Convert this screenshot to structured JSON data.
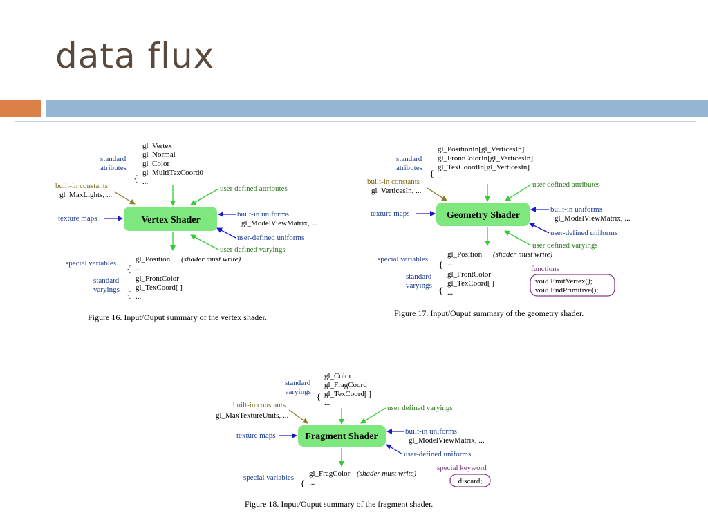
{
  "title": "data flux",
  "vertex": {
    "shader": "Vertex Shader",
    "attr_label": [
      "standard",
      "atributes"
    ],
    "attrs": [
      "gl_Vertex",
      "gl_Normal",
      "gl_Color",
      "gl_MultiTexCoord0",
      "..."
    ],
    "builtin_constants": "built-in constants",
    "constant_value": "gl_MaxLights, ...",
    "user_attrs": "user defined attributes",
    "texture_maps": "texture maps",
    "builtin_uniforms": "built-in uniforms",
    "uniform_value": "gl_ModelViewMatrix, ...",
    "user_uniforms": "user-defined uniforms",
    "user_varyings": "user defined varyings",
    "special_label": "special variables",
    "special": [
      "gl_Position",
      "..."
    ],
    "must_write": "(shader must write)",
    "varyings_label": [
      "standard",
      "varyings"
    ],
    "varyings": [
      "gl_FrontColor",
      "gl_TexCoord[ ]",
      "..."
    ],
    "caption": "Figure 16.    Input/Ouput summary of the vertex shader."
  },
  "geometry": {
    "shader": "Geometry Shader",
    "attr_label": [
      "standard",
      "atributes"
    ],
    "attrs": [
      "gl_PositionIn[gl_VerticesIn]",
      "gl_FrontColorIn[gl_VerticesIn]",
      "gl_TexCoordIn[gl_VerticesIn]",
      "..."
    ],
    "builtin_constants": "built-in constants",
    "constant_value": "gl_VerticesIn, ...",
    "user_attrs": "user defined attributes",
    "texture_maps": "texture maps",
    "builtin_uniforms": "built-in uniforms",
    "uniform_value": "gl_ModelViewMatrix, ...",
    "user_uniforms": "user-defined uniforms",
    "user_varyings": "user defined varyings",
    "special_label": "special variables",
    "special": [
      "gl_Position",
      "..."
    ],
    "must_write": "(shader must write)",
    "varyings_label": [
      "standard",
      "varyings"
    ],
    "varyings": [
      "gl_FrontColor",
      "gl_TexCoord[ ]",
      "..."
    ],
    "functions_label": "functions",
    "functions": [
      "void EmitVertex();",
      "void EndPrimitive();"
    ],
    "caption": "Figure 17.    Input/Ouput summary of the geometry shader."
  },
  "fragment": {
    "shader": "Fragment Shader",
    "varyings_label": [
      "standard",
      "varyings"
    ],
    "varyings": [
      "gl_Color",
      "gl_FragCoord",
      "gl_TexCoord[ ]",
      "..."
    ],
    "builtin_constants": "built-in constants",
    "constant_value": "gl_MaxTextureUnits, ...",
    "user_varyings": "user defined varyings",
    "texture_maps": "texture maps",
    "builtin_uniforms": "built-in uniforms",
    "uniform_value": "gl_ModelViewMatrix, ...",
    "user_uniforms": "user-defined uniforms",
    "special_label": "special variables",
    "special": [
      "gl_FragColor",
      "..."
    ],
    "must_write": "(shader must write)",
    "keyword_label": "special keyword",
    "keyword": "discard;",
    "caption": "Figure 18.    Input/Ouput summary of the fragment shader."
  },
  "colors": {
    "title": "#5a4a3e",
    "accent_bar": "#dd8047",
    "title_bar": "#94b6d2",
    "shader_box": "#7ee87e",
    "arrow_green": "#33cc33",
    "arrow_blue": "#1a1acc",
    "arrow_olive": "#8a7a2a",
    "function_box_border": "#8a3a8f"
  }
}
